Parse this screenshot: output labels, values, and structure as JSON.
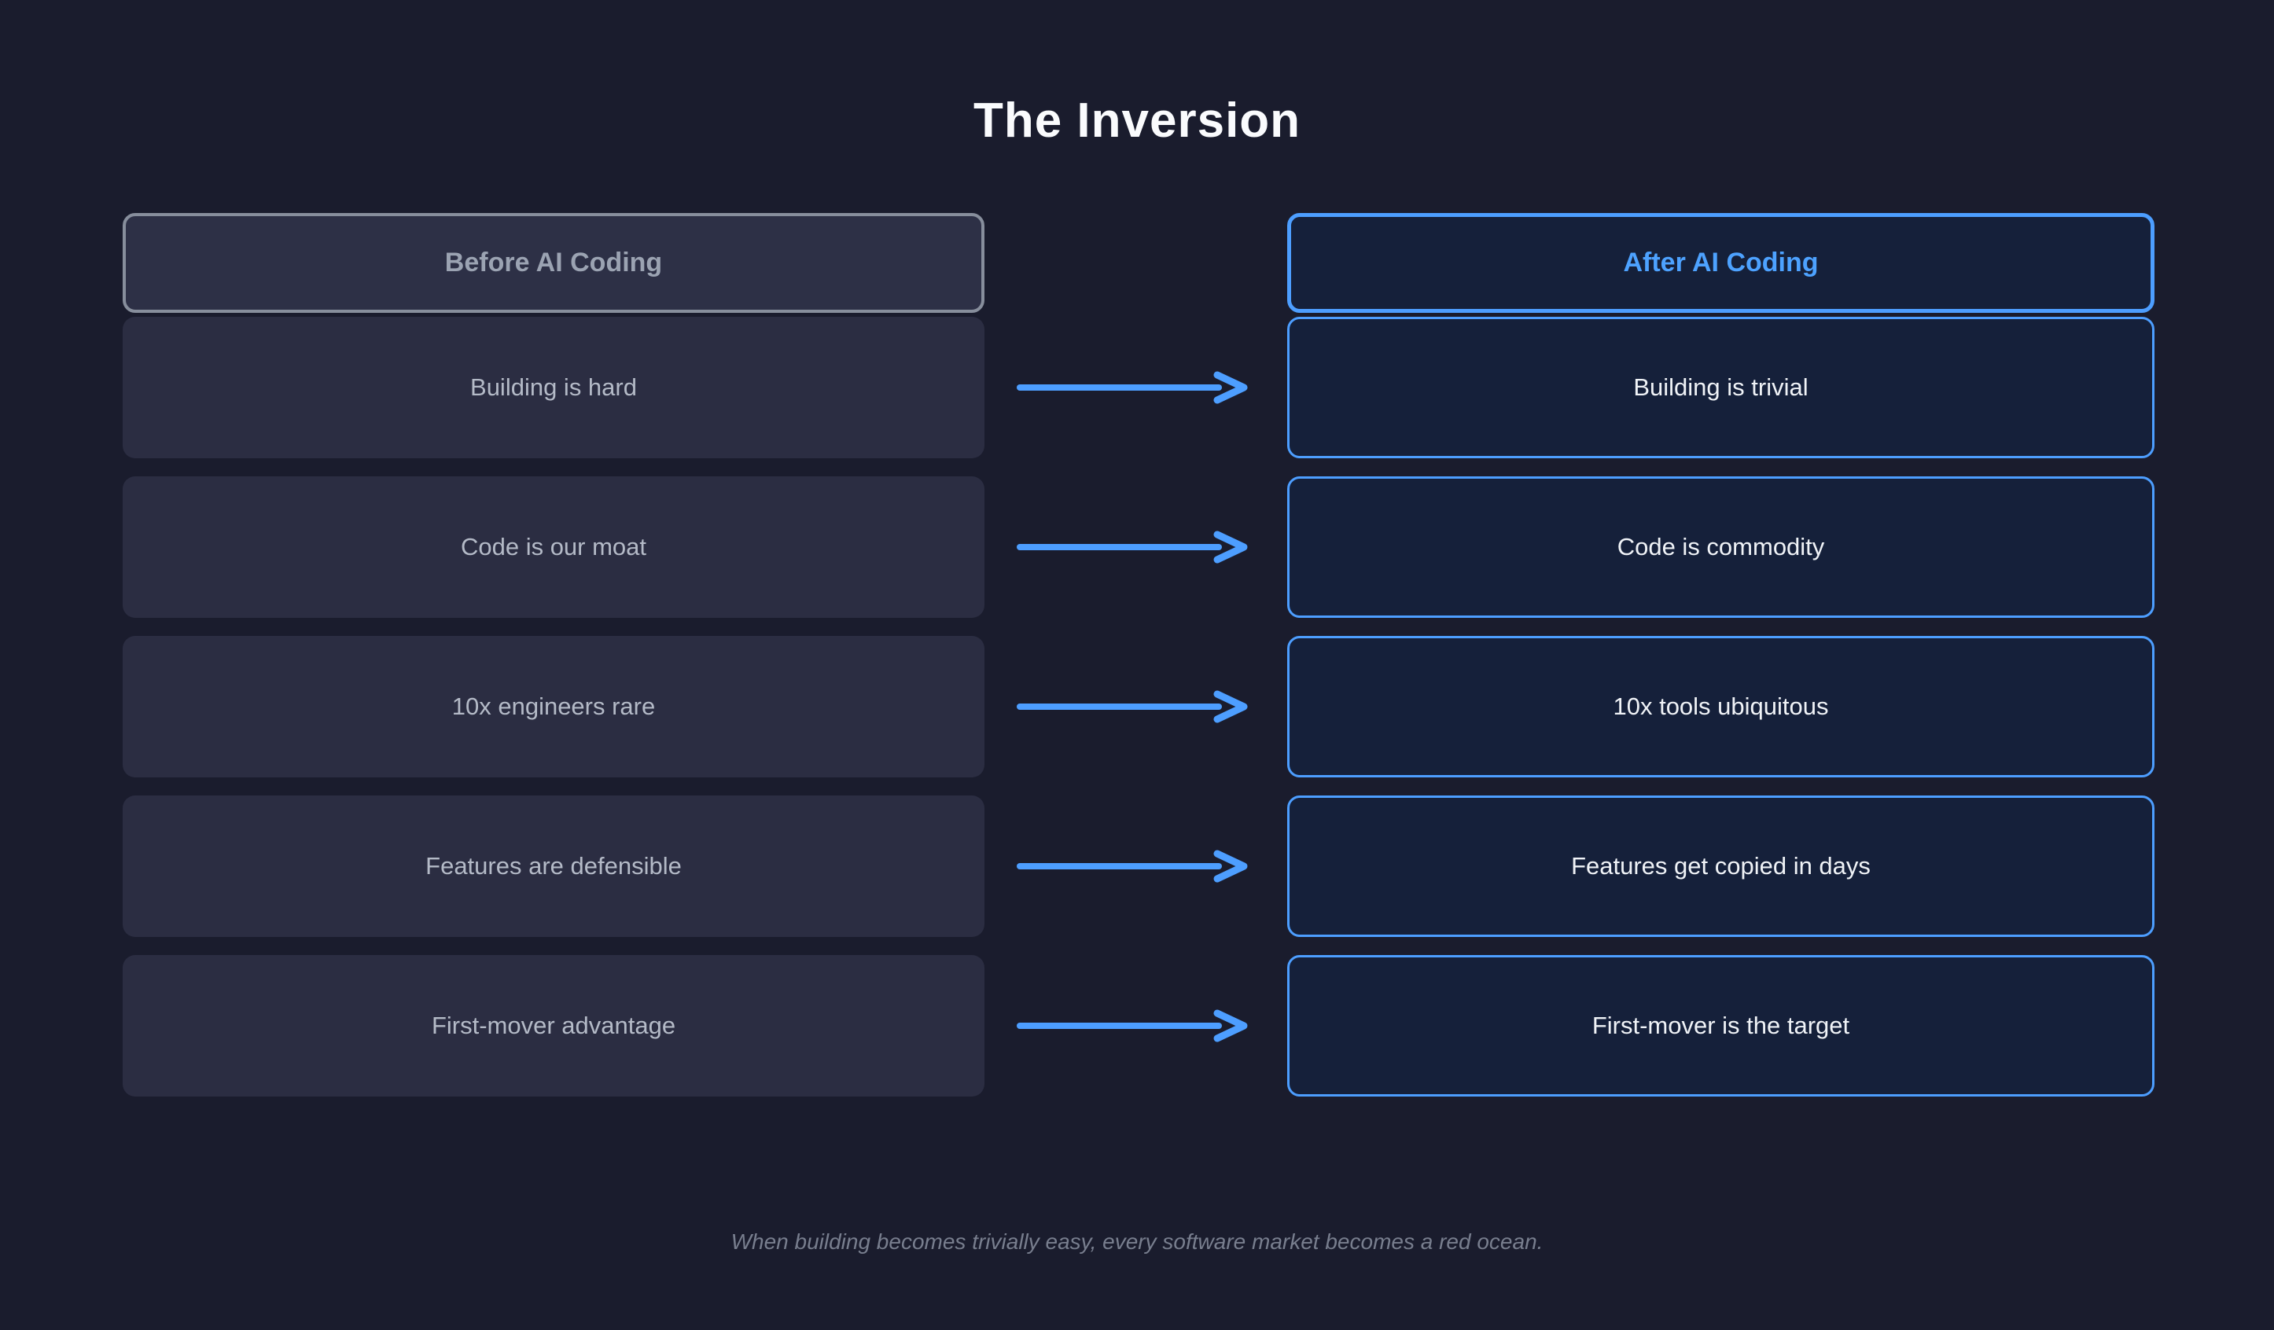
{
  "page": {
    "title": "The Inversion",
    "footer": "When building becomes trivially easy, every software market becomes a red ocean."
  },
  "columns": {
    "before_header": "Before AI Coding",
    "after_header": "After AI Coding"
  },
  "rows": [
    {
      "before": "Building is hard",
      "after": "Building is trivial"
    },
    {
      "before": "Code is our moat",
      "after": "Code is commodity"
    },
    {
      "before": "10x engineers rare",
      "after": "10x tools ubiquitous"
    },
    {
      "before": "Features are defensible",
      "after": "Features get copied in days"
    },
    {
      "before": "First-mover advantage",
      "after": "First-mover is the target"
    }
  ],
  "icons": {
    "arrow": "right-arrow"
  },
  "colors": {
    "background": "#1a1c2d",
    "panel_before": "#2b2d42",
    "panel_after": "#15203a",
    "accent_blue": "#4d9eff",
    "border_gray": "#878e9c",
    "text_before": "#b4bac7",
    "text_after": "#f0f3f7",
    "header_text_before": "#9ba3b2",
    "header_text_after": "#4da2ff",
    "title_text": "#fafbfd",
    "footer_text": "#787e8e"
  }
}
